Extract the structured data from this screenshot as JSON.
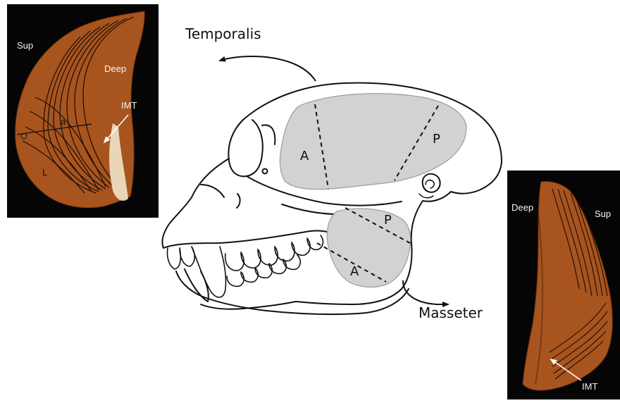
{
  "titles": {
    "temporalis": "Temporalis",
    "masseter": "Masseter"
  },
  "skull_regions": {
    "temporalis_anterior": "A",
    "temporalis_posterior": "P",
    "masseter_anterior": "A",
    "masseter_posterior": "P"
  },
  "temporalis_photo": {
    "sup": "Sup",
    "deep": "Deep",
    "imt": "IMT",
    "a": "a",
    "l": "L"
  },
  "masseter_photo": {
    "deep": "Deep",
    "sup": "Sup",
    "imt": "IMT"
  },
  "colors": {
    "muscle": "#a8541f",
    "muscle_dark": "#7e3a12",
    "photo_background": "#050505",
    "region_fill": "#d2d2d2",
    "line": "#111111"
  }
}
